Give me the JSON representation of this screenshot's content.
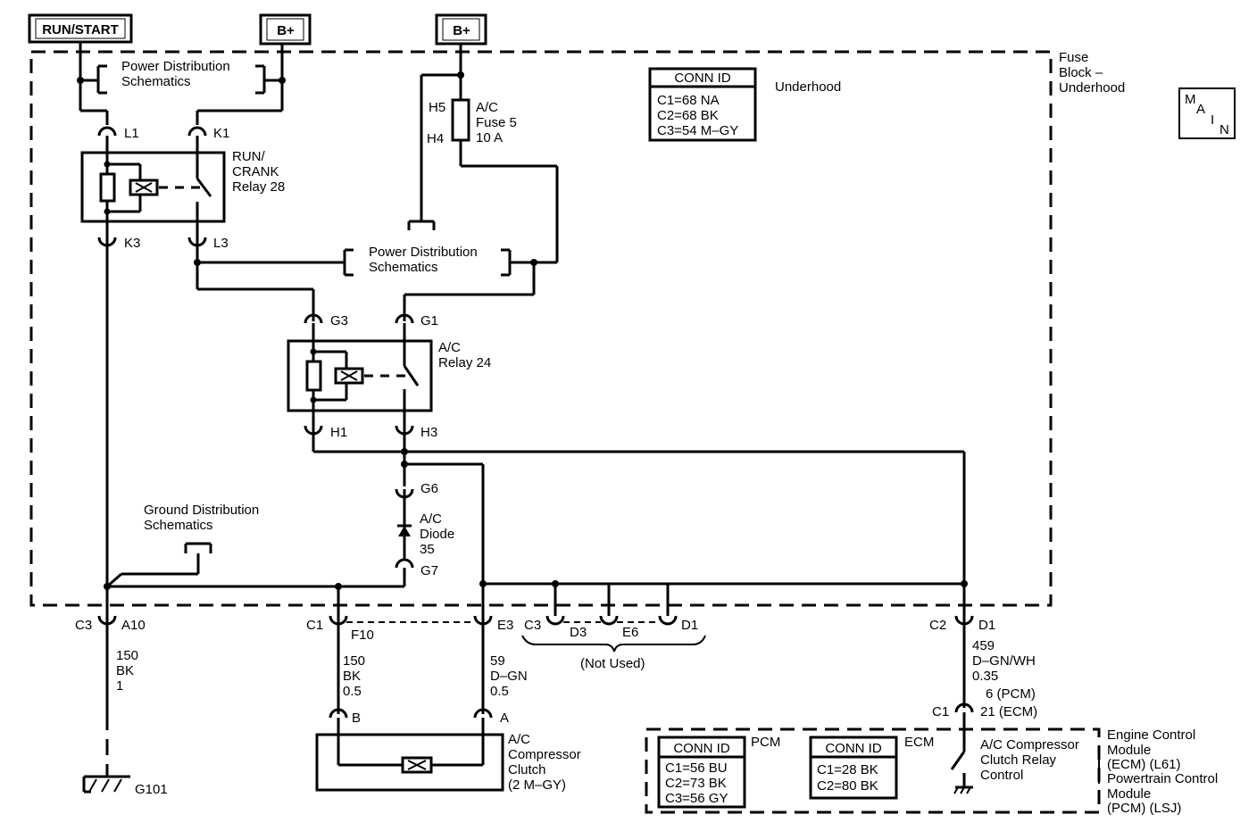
{
  "top_labels": {
    "run_start": "RUN/START",
    "bplus_left": "B+",
    "bplus_right": "B+"
  },
  "fuse_block": {
    "title_line1": "Fuse",
    "title_line2": "Block –",
    "title_line3": "Underhood",
    "underhood": "Underhood"
  },
  "conn_id_fuse": {
    "header": "CONN ID",
    "c1": "C1=68 NA",
    "c2": "C2=68 BK",
    "c3": "C3=54 M–GY"
  },
  "main_badge": {
    "m": "M",
    "a": "A",
    "i": "I",
    "n": "N"
  },
  "power_dist_top": {
    "line1": "Power Distribution",
    "line2": "Schematics"
  },
  "power_dist_mid": {
    "line1": "Power Distribution",
    "line2": "Schematics"
  },
  "ground_dist": {
    "line1": "Ground Distribution",
    "line2": "Schematics"
  },
  "fuse": {
    "line1": "A/C",
    "line2": "Fuse 5",
    "line3": "10 A",
    "h5": "H5",
    "h4": "H4"
  },
  "run_crank_relay": {
    "line1": "RUN/",
    "line2": "CRANK",
    "line3": "Relay 28",
    "l1": "L1",
    "k1": "K1",
    "k3": "K3",
    "l3": "L3"
  },
  "ac_relay": {
    "line1": "A/C",
    "line2": "Relay 24",
    "g3": "G3",
    "g1": "G1",
    "h1": "H1",
    "h3": "H3"
  },
  "ac_diode": {
    "line1": "A/C",
    "line2": "Diode",
    "line3": "35",
    "g6": "G6",
    "g7": "G7"
  },
  "connectors": {
    "c3": "C3",
    "a10": "A10",
    "c1": "C1",
    "f10": "F10",
    "e3": "E3",
    "c3b": "C3",
    "d3": "D3",
    "e6": "E6",
    "d1": "D1",
    "not_used": "(Not Used)",
    "c2": "C2",
    "d1b": "D1",
    "c1b": "C1"
  },
  "wires": {
    "w150a": {
      "circuit": "150",
      "color": "BK",
      "size": "1"
    },
    "w150b": {
      "circuit": "150",
      "color": "BK",
      "size": "0.5"
    },
    "w59": {
      "circuit": "59",
      "color": "D–GN",
      "size": "0.5"
    },
    "w459": {
      "circuit": "459",
      "color": "D–GN/WH",
      "size": "0.35"
    }
  },
  "pin_labels": {
    "pcm": "6 (PCM)",
    "ecm": "21 (ECM)"
  },
  "compressor": {
    "line1": "A/C",
    "line2": "Compressor",
    "line3": "Clutch",
    "line4": "(2 M–GY)",
    "b": "B",
    "a": "A"
  },
  "ground": {
    "label": "G101"
  },
  "conn_pcm": {
    "header": "CONN ID",
    "c1": "C1=56 BU",
    "c2": "C2=73 BK",
    "c3": "C3=56 GY",
    "tag": "PCM"
  },
  "conn_ecm": {
    "header": "CONN ID",
    "c1": "C1=28 BK",
    "c2": "C2=80 BK",
    "tag": "ECM"
  },
  "clutch_relay_control": {
    "line1": "A/C Compressor",
    "line2": "Clutch Relay",
    "line3": "Control"
  },
  "ecm_module": {
    "l1": "Engine Control",
    "l2": "Module",
    "l3": "(ECM) (L61)",
    "l4": "Powertrain Control",
    "l5": "Module",
    "l6": "(PCM) (LSJ)"
  }
}
